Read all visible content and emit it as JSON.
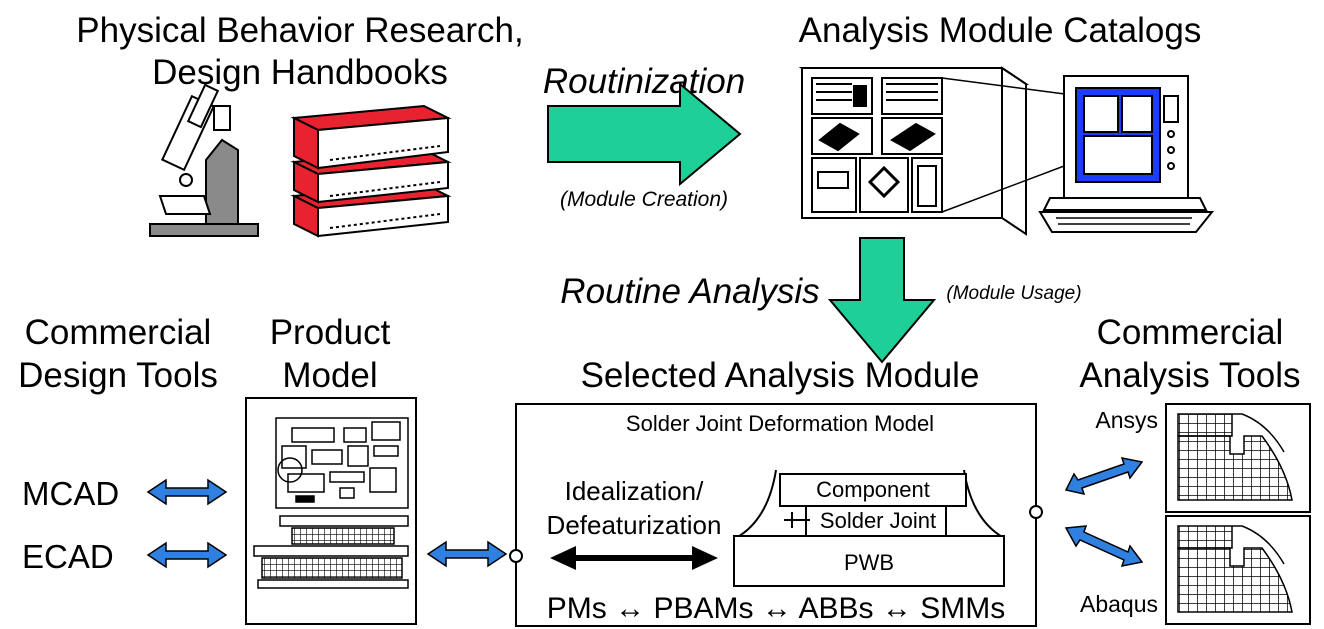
{
  "sections": {
    "research_title_line1": "Physical Behavior Research,",
    "research_title_line2": "Design Handbooks",
    "catalogs_title": "Analysis Module Catalogs",
    "routinization": "Routinization",
    "module_creation": "(Module Creation)",
    "routine_analysis": "Routine Analysis",
    "module_usage": "(Module Usage)",
    "design_tools_line1": "Commercial",
    "design_tools_line2": "Design Tools",
    "product_model_line1": "Product",
    "product_model_line2": "Model",
    "selected_module": "Selected Analysis Module",
    "analysis_tools_line1": "Commercial",
    "analysis_tools_line2": "Analysis Tools"
  },
  "design_tools": [
    "MCAD",
    "ECAD"
  ],
  "analysis_tools": [
    "Ansys",
    "Abaqus"
  ],
  "module_box": {
    "title": "Solder Joint Deformation Model",
    "idealization_line1": "Idealization/",
    "idealization_line2": "Defeaturization",
    "component": "Component",
    "solder_joint": "Solder Joint",
    "pwb": "PWB",
    "chain": "PMs ↔ PBAMs ↔ ABBs ↔ SMMs"
  },
  "colors": {
    "flow_arrow": "#1ecf97",
    "exchange_arrow": "#2f80e0",
    "screen": "#1c3cff",
    "book": "#e8222e",
    "microscope": "#8a8a8a"
  }
}
